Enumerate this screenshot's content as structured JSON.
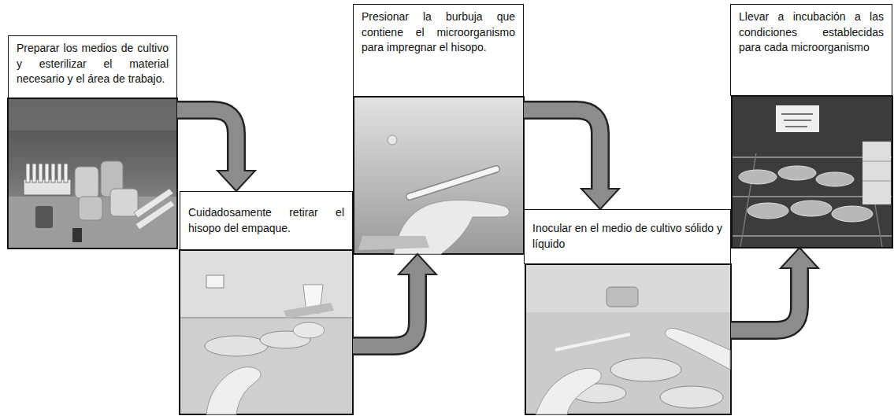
{
  "diagram": {
    "nodes": [
      {
        "text": [
          "Preparar los medios de cultivo y esterilizar el material necesario y el área de trabajo."
        ]
      },
      {
        "text": [
          "Cuidadosamente retirar el hisopo del empaque."
        ]
      },
      {
        "text": [
          "Presionar la burbuja que contiene el microorganismo para impregnar el hisopo."
        ]
      },
      {
        "text": [
          "Inocular en el medio de cultivo sólido y líquido"
        ]
      },
      {
        "text": [
          "Llevar a incubación a las condiciones establecidas para cada microorganismo"
        ]
      }
    ],
    "edges": [
      {
        "from": 0,
        "to": 1,
        "arrow": "to"
      },
      {
        "from": 1,
        "to": 2,
        "arrow": "to"
      },
      {
        "from": 2,
        "to": 3,
        "arrow": "to"
      },
      {
        "from": 3,
        "to": 4,
        "arrow": "to"
      }
    ]
  }
}
